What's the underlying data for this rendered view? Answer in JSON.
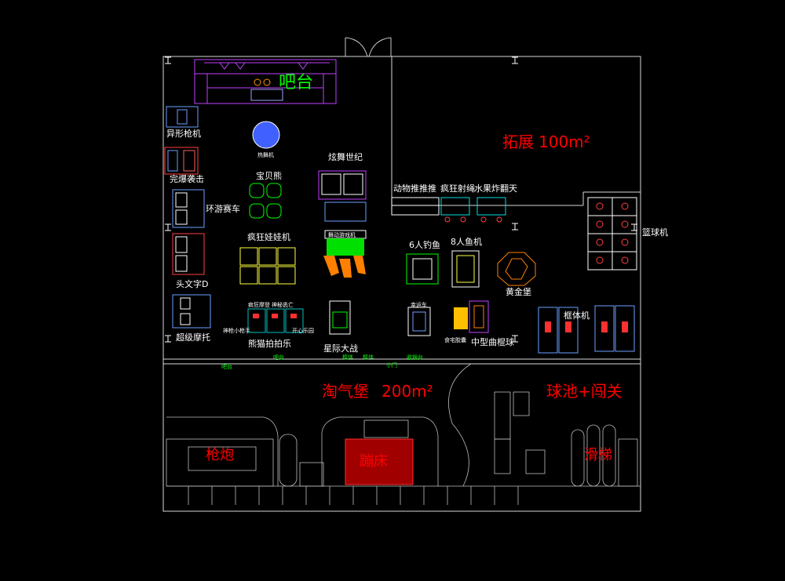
{
  "bar_label": "吧台",
  "expansion": {
    "label": "拓展",
    "area": "100m²"
  },
  "taoqibao": {
    "label": "淘气堡",
    "area": "200m²"
  },
  "zones": {
    "ball_pool": "球池+闯关",
    "cannon": "枪炮",
    "trampoline": "蹦床",
    "slide": "滑梯"
  },
  "machines": {
    "shaped_gun": "异形枪机",
    "complete_assault": "完爆袭击",
    "loop_racer": "环游赛车",
    "initial_d": "头文字D",
    "super_moto": "超级摩托",
    "hot_dance": "热舞机",
    "baby_bear": "宝贝熊",
    "dance_century": "炫舞世纪",
    "crazy_claw": "疯狂娃娃机",
    "bear_pat": "熊猫拍拍乐",
    "star_war": "星际大战",
    "animal_push": "动物推推推",
    "crazy_shooter": "疯狂射绳",
    "fruit_blast": "水果炸翻天",
    "fishing_6": "6人钓鱼",
    "fish_machine_8": "8人鱼机",
    "golden_fort": "黄金堡",
    "basketball": "篮球机",
    "boxing": "框体机",
    "mid_hockey": "中型曲棍球",
    "candy": "食宅胶囊",
    "lucky_car": "幸运车",
    "crazy_spin": "疯狂摩登",
    "god_shooter": "神枪小枪手",
    "happy_circle": "开心乐园",
    "lucky_spin": "神秘逃亡",
    "dance_sign": "舞动游戏机"
  },
  "small_labels": {
    "bar_small": "吧台",
    "door_small": "小门",
    "seg_a": "吧台",
    "seg_b": "框体",
    "seg_c": "框体",
    "seg_d": "收银台"
  }
}
